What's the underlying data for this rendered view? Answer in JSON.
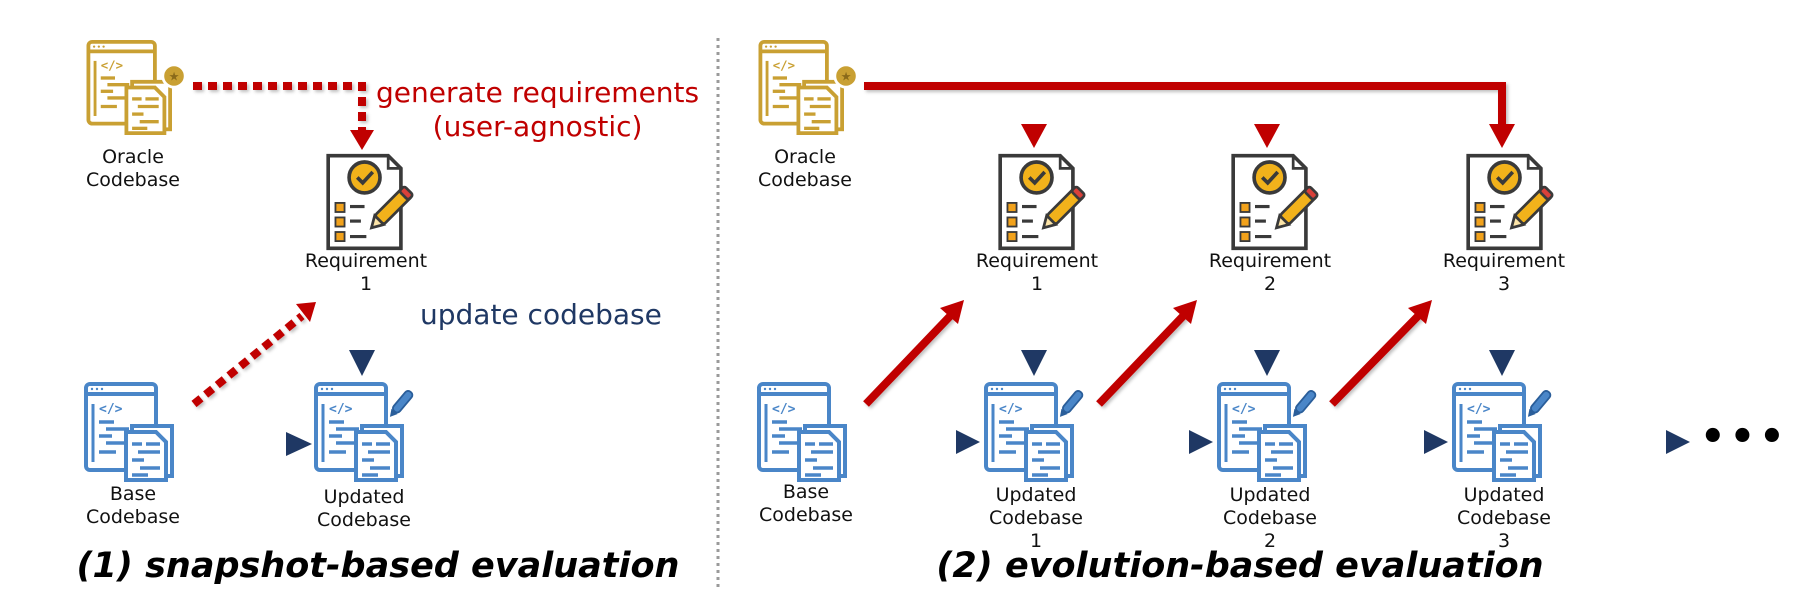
{
  "colors": {
    "oracle": "#c9a033",
    "codebase": "#4a86c8",
    "codebase_light": "#a9c7ec",
    "requirement_outline": "#3a3a3a",
    "requirement_accent": "#f2b21b",
    "pencil_tip": "#d9403a",
    "generate_arrow": "#c00000",
    "update_arrow": "#1f3864",
    "divider": "#9a9a9a"
  },
  "panel1": {
    "caption": "(1) snapshot-based evaluation",
    "oracle": {
      "line1": "Oracle",
      "line2": "Codebase"
    },
    "requirement": {
      "line1": "Requirement",
      "line2": "1"
    },
    "base": {
      "line1": "Base",
      "line2": "Codebase"
    },
    "updated": {
      "line1": "Updated",
      "line2": "Codebase"
    },
    "generate_label_line1": "generate requirements",
    "generate_label_line2": "(user-agnostic)",
    "update_label": "update codebase"
  },
  "panel2": {
    "caption": "(2) evolution-based evaluation",
    "oracle": {
      "line1": "Oracle",
      "line2": "Codebase"
    },
    "base": {
      "line1": "Base",
      "line2": "Codebase"
    },
    "requirements": [
      {
        "line1": "Requirement",
        "line2": "1"
      },
      {
        "line1": "Requirement",
        "line2": "2"
      },
      {
        "line1": "Requirement",
        "line2": "3"
      }
    ],
    "updated": [
      {
        "line1": "Updated",
        "line2": "Codebase",
        "line3": "1"
      },
      {
        "line1": "Updated",
        "line2": "Codebase",
        "line3": "2"
      },
      {
        "line1": "Updated",
        "line2": "Codebase",
        "line3": "3"
      }
    ],
    "continuation": "•••"
  }
}
